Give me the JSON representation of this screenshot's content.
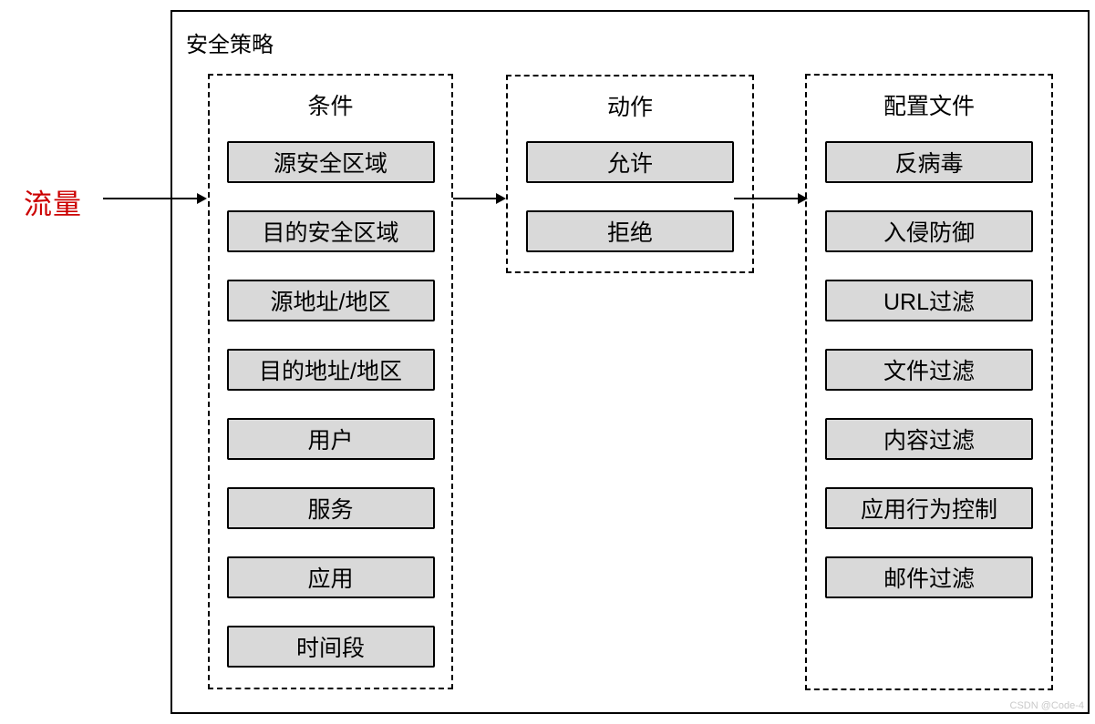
{
  "diagram": {
    "title": "安全策略",
    "traffic_label": "流量",
    "columns": [
      {
        "title": "条件",
        "items": [
          "源安全区域",
          "目的安全区域",
          "源地址/地区",
          "目的地址/地区",
          "用户",
          "服务",
          "应用",
          "时间段"
        ]
      },
      {
        "title": "动作",
        "items": [
          "允许",
          "拒绝"
        ]
      },
      {
        "title": "配置文件",
        "items": [
          "反病毒",
          "入侵防御",
          "URL过滤",
          "文件过滤",
          "内容过滤",
          "应用行为控制",
          "邮件过滤"
        ]
      }
    ],
    "watermark": "CSDN @Code-4",
    "colors": {
      "traffic_red": "#cc0000",
      "box_fill": "#d9d9d9",
      "line_black": "#000000",
      "watermark_gray": "#c9c9c9"
    }
  }
}
